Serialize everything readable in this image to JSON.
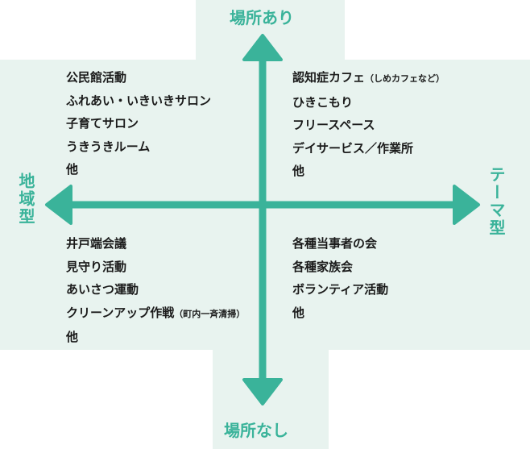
{
  "axes": {
    "top": "場所あり",
    "bottom": "場所なし",
    "left": "地域型",
    "right": "テーマ型"
  },
  "quadrants": {
    "top_left": [
      {
        "main": "公民館活動"
      },
      {
        "main": "ふれあい・いきいきサロン"
      },
      {
        "main": "子育てサロン"
      },
      {
        "main": "うきうきルーム"
      },
      {
        "main": "他"
      }
    ],
    "top_right": [
      {
        "main": "認知症カフェ",
        "sub": "（しめカフェなど）"
      },
      {
        "main": "ひきこもり"
      },
      {
        "main": "フリースペース"
      },
      {
        "main": "デイサービス／作業所"
      },
      {
        "main": "他"
      }
    ],
    "bottom_left": [
      {
        "main": "井戸端会議"
      },
      {
        "main": "見守り活動"
      },
      {
        "main": "あいさつ運動"
      },
      {
        "main": "クリーンアップ作戦",
        "sub": "（町内一斉清掃）"
      },
      {
        "main": "他"
      }
    ],
    "bottom_right": [
      {
        "main": "各種当事者の会"
      },
      {
        "main": "各種家族会"
      },
      {
        "main": "ボランティア活動"
      },
      {
        "main": "他"
      }
    ]
  },
  "colors": {
    "accent": "#3ab39a",
    "background": "#e8f3ef",
    "text": "#1a1a1a"
  }
}
